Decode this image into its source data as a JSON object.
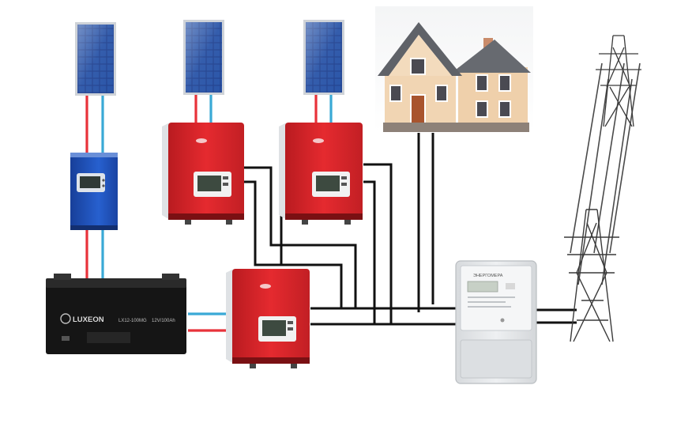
{
  "colors": {
    "background": "#ffffff",
    "dc_positive_wire": "#e8323a",
    "dc_negative_wire": "#3aa9d6",
    "ac_wire": "#111111",
    "inverter_red": "#e3262b",
    "inverter_dark": "#9e1518",
    "charge_controller_blue": "#1f4fb8",
    "battery_black": "#1a1a1a",
    "panel_blue": "#1d3c8a",
    "meter_gray": "#e6e8ea",
    "house_wall": "#f0d2ad",
    "house_roof": "#6c6e73",
    "pylon_gray": "#3d3d3d"
  },
  "devices": {
    "battery_brand": "LUXEON",
    "battery_model": "LX12-100MG",
    "battery_rating": "12V/100Ah",
    "meter_label": "ЭНЕРГОМЕРА"
  },
  "icons": {
    "solar_panel": "solar-panel-icon",
    "inverter": "inverter-icon",
    "charge_controller": "charge-controller-icon",
    "battery": "battery-icon",
    "house": "house-icon",
    "electric_meter": "electric-meter-icon",
    "power_pylon": "power-pylon-icon"
  }
}
